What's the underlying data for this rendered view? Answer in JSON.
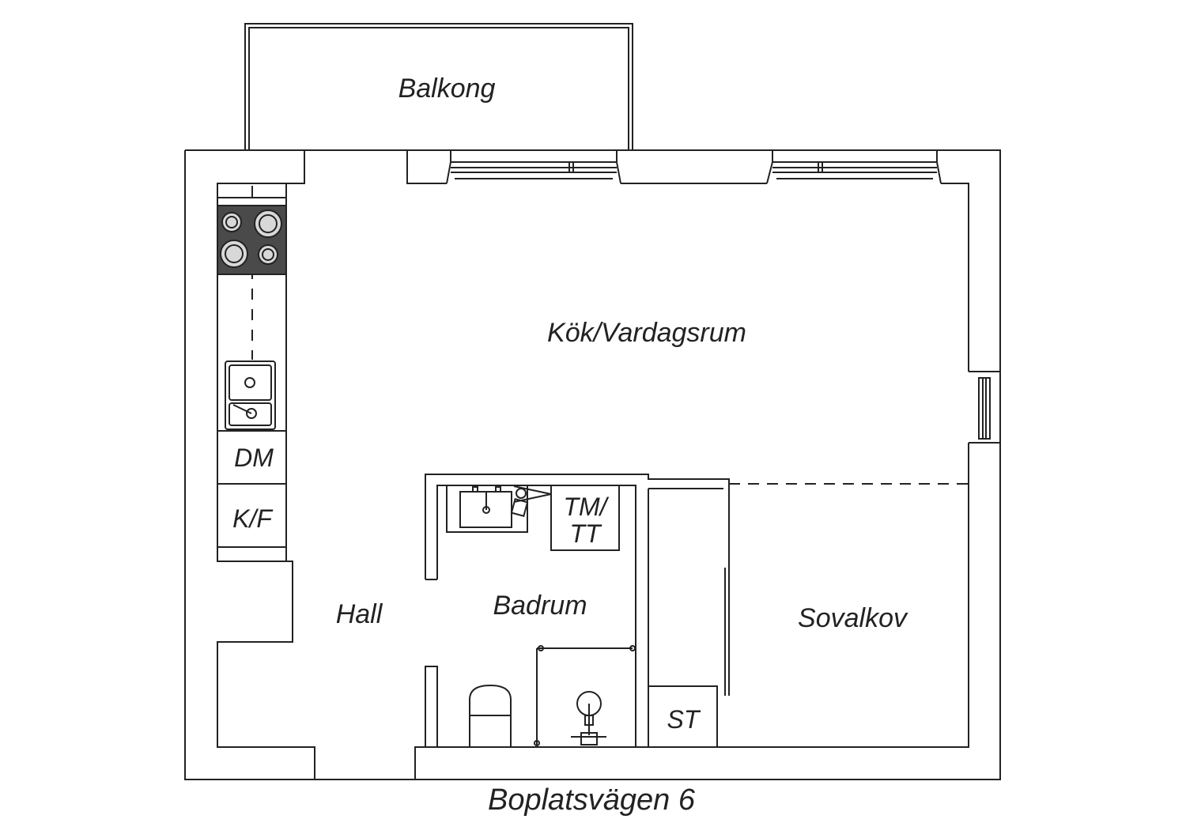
{
  "floor_plan": {
    "rooms": {
      "balcony": "Balkong",
      "kitchen_living": "Kök/Vardagsrum",
      "hall": "Hall",
      "bathroom": "Badrum",
      "bedroom_alcove": "Sovalkov"
    },
    "fixtures": {
      "dishwasher": "DM",
      "fridge_freezer": "K/F",
      "washer_dryer_line1": "TM/",
      "washer_dryer_line2": "TT",
      "storage": "ST"
    },
    "address": "Boplatsvägen 6"
  },
  "colors": {
    "wall": "#222222",
    "background": "#ffffff",
    "stove": "#4a4a4a"
  }
}
